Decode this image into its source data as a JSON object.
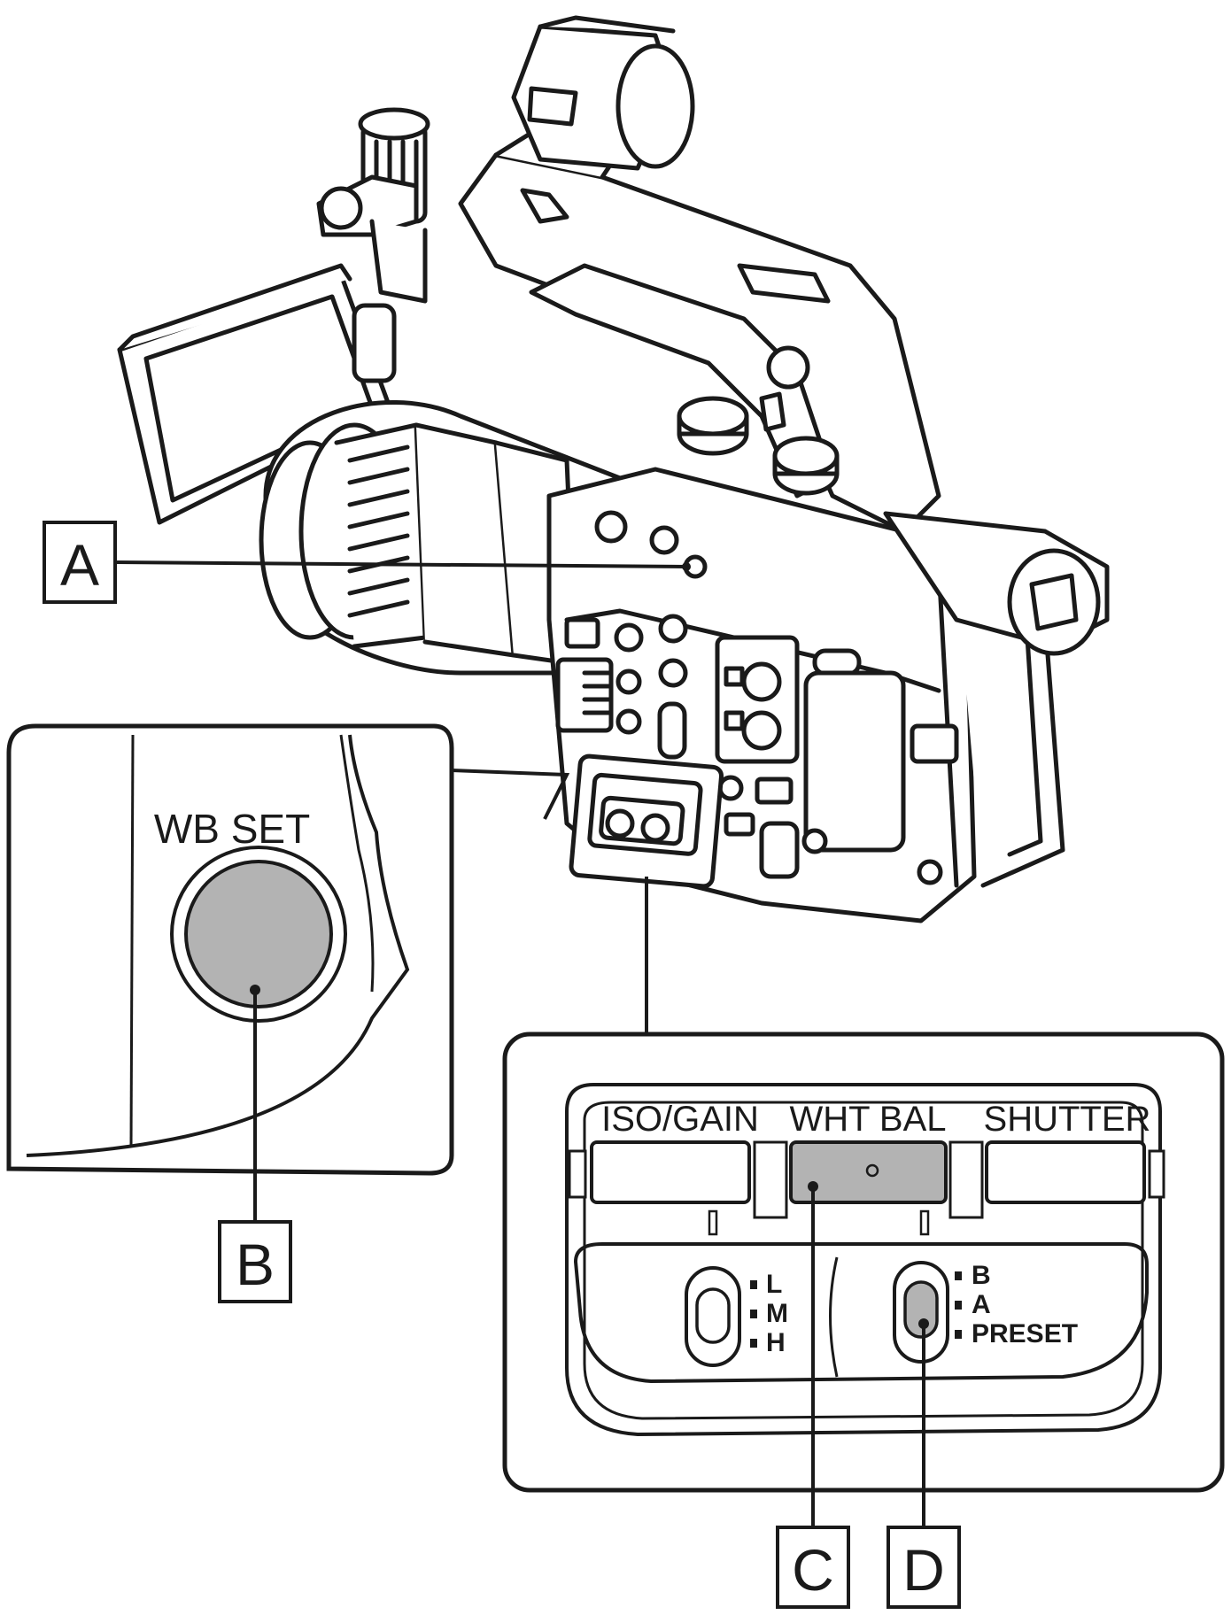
{
  "callouts": {
    "a": "A",
    "b": "B",
    "c": "C",
    "d": "D"
  },
  "wb_set_label": "WB SET",
  "switch_panel": {
    "iso_gain": "ISO/GAIN",
    "wht_bal": "WHT BAL",
    "shutter": "SHUTTER",
    "gain_positions": [
      "L",
      "M",
      "H"
    ],
    "wb_positions": [
      "B",
      "A",
      "PRESET"
    ]
  },
  "colors": {
    "line": "#1a1a1a",
    "highlight": "#b3b3b3",
    "background": "#ffffff"
  }
}
